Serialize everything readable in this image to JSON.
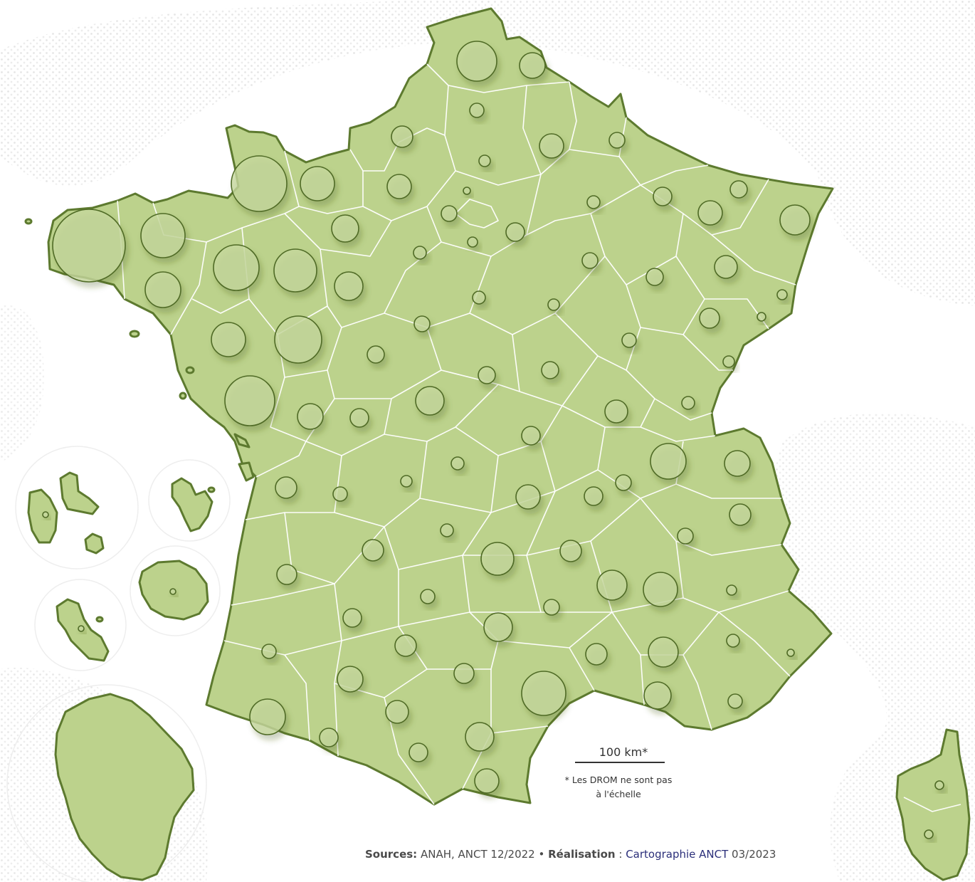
{
  "scale": {
    "label": "100 km*",
    "note_line1": "* Les DROM ne sont pas",
    "note_line2": "à l'échelle"
  },
  "credits": {
    "sources_label": "Sources:",
    "sources_value": " ANAH, ANCT 12/2022 • ",
    "realisation_label": "Réalisation",
    "realisation_sep": " : ",
    "cartographer": "Cartographie ANCT",
    "date": " 03/2023"
  },
  "colors": {
    "land": "#bcd28c",
    "outline": "#5d7a2f",
    "circle": "#c6d99e",
    "accent": "#2b2f7a"
  }
}
